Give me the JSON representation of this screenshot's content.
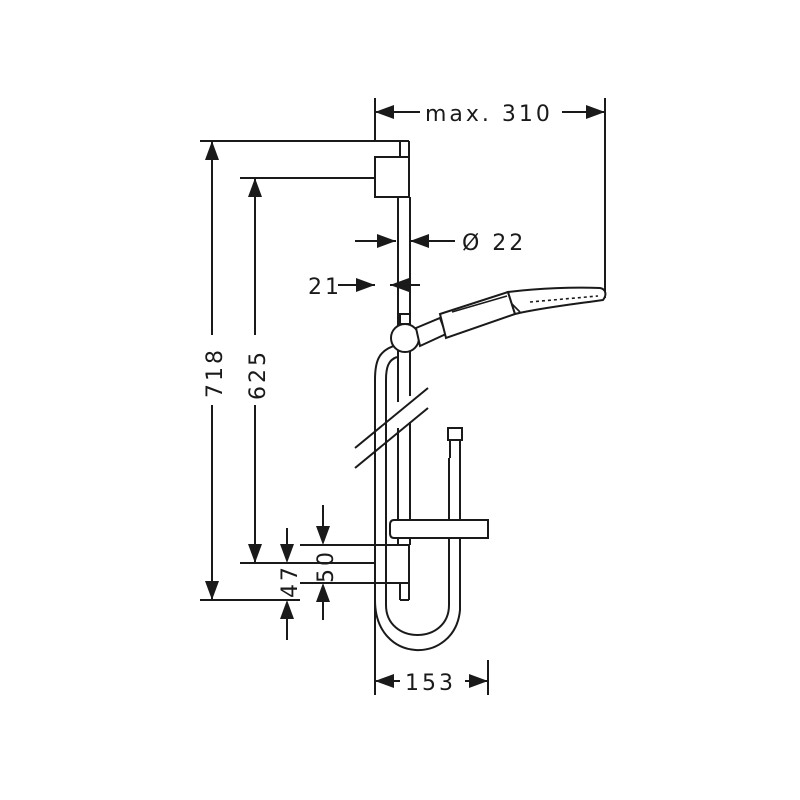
{
  "dimensions": {
    "max_width": "max. 310",
    "diameter": "Ø 22",
    "offset": "21",
    "total_height": "718",
    "rail_height": "625",
    "dim_50": "50",
    "dim_47": "47",
    "width_153": "153"
  },
  "colors": {
    "line": "#1a1a1a",
    "background": "#ffffff"
  }
}
